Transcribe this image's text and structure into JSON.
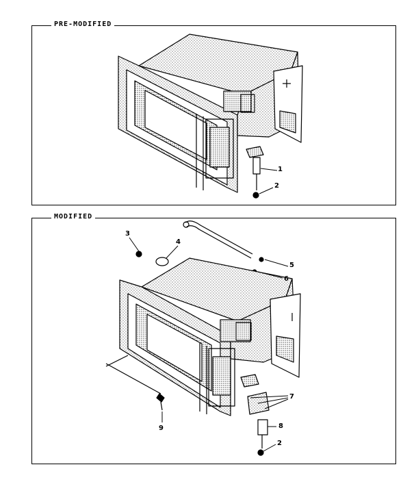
{
  "panels": {
    "pre_modified": {
      "title": "PRE-MODIFIED",
      "callouts": [
        "1",
        "2"
      ]
    },
    "modified": {
      "title": "MODIFIED",
      "callouts": [
        "3",
        "4",
        "5",
        "6",
        "7",
        "8",
        "2",
        "9"
      ]
    }
  },
  "colors": {
    "line": "#000000",
    "paper": "#ffffff"
  }
}
